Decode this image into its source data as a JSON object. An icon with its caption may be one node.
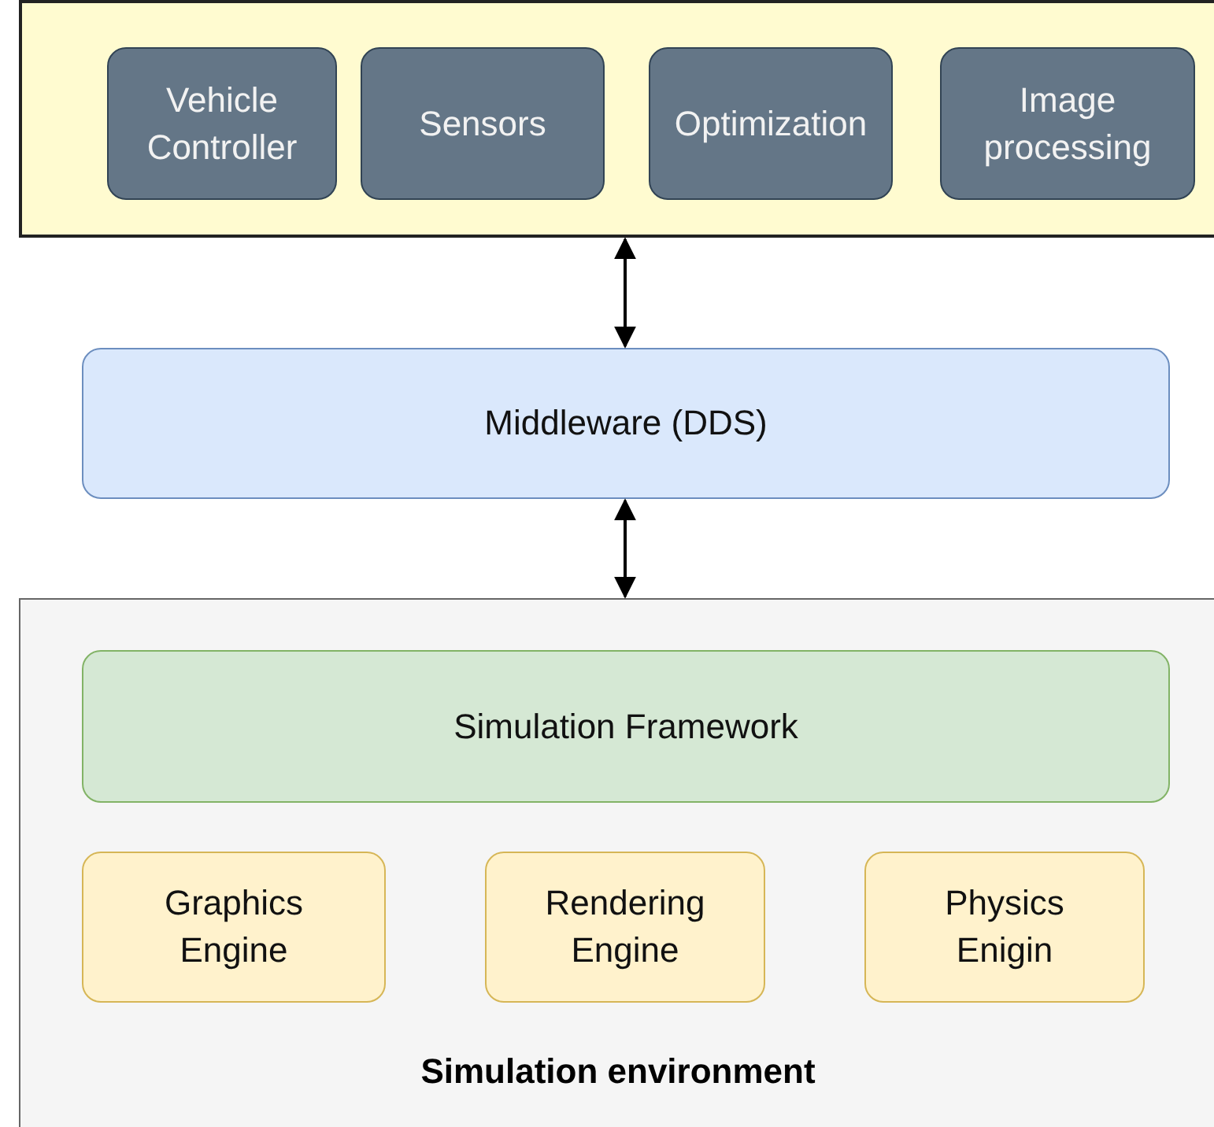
{
  "diagram": {
    "nodes": [
      {
        "text": [],
        "shape": "box"
      },
      {
        "text": [
          "Vehicle Controller"
        ],
        "in": 0
      },
      {
        "text": [
          "Sensors"
        ],
        "in": 0
      },
      {
        "text": [
          "Optimization"
        ],
        "in": 0
      },
      {
        "text": [
          "Image processing"
        ],
        "in": 0
      },
      {
        "text": [
          "Middleware (DDS)"
        ]
      },
      {
        "text": [
          "Simulation environment"
        ]
      },
      {
        "text": [
          "Simulation Framework"
        ],
        "in": 6
      },
      {
        "text": [
          "Graphics Engine"
        ],
        "in": 6
      },
      {
        "text": [
          "Rendering Engine"
        ],
        "in": 6
      },
      {
        "text": [
          "Physics Enigin"
        ],
        "in": 6
      }
    ],
    "edges": [
      {
        "from": 0,
        "to": 5,
        "arrow": "both"
      },
      {
        "from": 5,
        "to": 6,
        "arrow": "both"
      }
    ]
  }
}
